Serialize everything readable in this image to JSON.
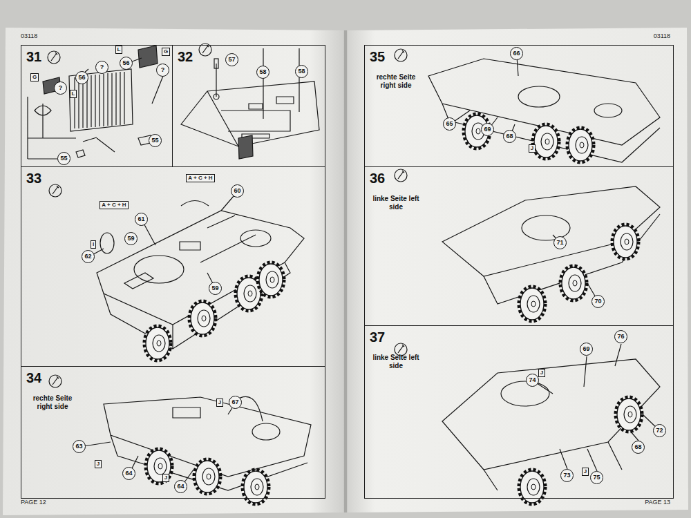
{
  "diagram": {
    "nodes": [
      {
        "text": [
          "31"
        ]
      },
      {
        "text": [
          "56"
        ],
        "in": 0
      },
      {
        "text": [
          "56"
        ],
        "in": 0
      },
      {
        "text": [
          "?"
        ],
        "in": 0
      },
      {
        "text": [
          "?"
        ],
        "in": 0
      },
      {
        "text": [
          "?"
        ],
        "in": 0
      },
      {
        "text": [
          "55"
        ],
        "in": 0
      },
      {
        "text": [
          "55"
        ],
        "in": 0
      },
      {
        "text": [
          "32"
        ]
      },
      {
        "text": [
          "57"
        ],
        "in": 8
      },
      {
        "text": [
          "58"
        ],
        "in": 8
      },
      {
        "text": [
          "58"
        ],
        "in": 8
      },
      {
        "text": [
          "33"
        ]
      },
      {
        "text": [
          "60"
        ],
        "in": 12
      },
      {
        "text": [
          "61"
        ],
        "in": 12
      },
      {
        "text": [
          "59"
        ],
        "in": 12
      },
      {
        "text": [
          "62"
        ],
        "in": 12
      },
      {
        "text": [
          "59"
        ],
        "in": 12
      },
      {
        "text": [
          "34",
          "rechte Seite right side"
        ]
      },
      {
        "text": [
          "67"
        ],
        "in": 18
      },
      {
        "text": [
          "63"
        ],
        "in": 18
      },
      {
        "text": [
          "64"
        ],
        "in": 18
      },
      {
        "text": [
          "64"
        ],
        "in": 18
      },
      {
        "text": [
          "35",
          "rechte Seite right side"
        ]
      },
      {
        "text": [
          "66"
        ],
        "in": 23
      },
      {
        "text": [
          "65"
        ],
        "in": 23
      },
      {
        "text": [
          "69"
        ],
        "in": 23
      },
      {
        "text": [
          "68"
        ],
        "in": 23
      },
      {
        "text": [
          "36",
          "linke Seite left side"
        ]
      },
      {
        "text": [
          "71"
        ],
        "in": 28
      },
      {
        "text": [
          "70"
        ],
        "in": 28
      },
      {
        "text": [
          "37",
          "linke Seite left side"
        ]
      },
      {
        "text": [
          "76"
        ],
        "in": 31
      },
      {
        "text": [
          "69"
        ],
        "in": 31
      },
      {
        "text": [
          "74"
        ],
        "in": 31
      },
      {
        "text": [
          "72"
        ],
        "in": 31
      },
      {
        "text": [
          "68"
        ],
        "in": 31
      },
      {
        "text": [
          "75"
        ],
        "in": 31
      },
      {
        "text": [
          "73"
        ],
        "in": 31
      }
    ],
    "labels": [
      "03118",
      "03118",
      "PAGE 12",
      "PAGE 13",
      "G",
      "L",
      "L",
      "G",
      "A + C + H",
      "A + C + H",
      "I",
      "J",
      "J",
      "J",
      "J",
      "J",
      "J"
    ]
  }
}
